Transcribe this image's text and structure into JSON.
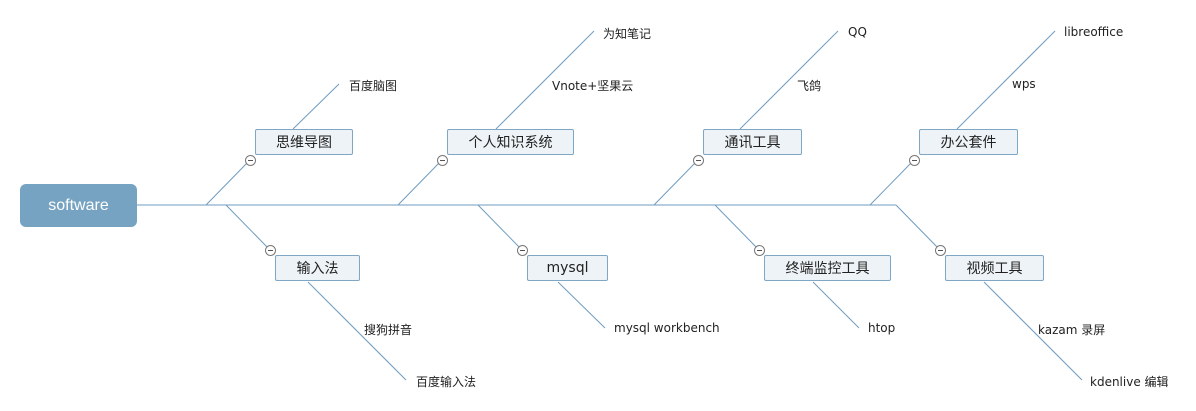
{
  "root": {
    "label": "software"
  },
  "branches": {
    "mindmap": {
      "label": "思维导图",
      "children": [
        "百度脑图"
      ]
    },
    "knowledge": {
      "label": "个人知识系统",
      "children": [
        "为知笔记",
        "Vnote+坚果云"
      ]
    },
    "comm": {
      "label": "通讯工具",
      "children": [
        "QQ",
        "飞鸽"
      ]
    },
    "office": {
      "label": "办公套件",
      "children": [
        "libreoffice",
        "wps"
      ]
    },
    "input": {
      "label": "输入法",
      "children": [
        "搜狗拼音",
        "百度输入法"
      ]
    },
    "mysql": {
      "label": "mysql",
      "children": [
        "mysql workbench"
      ]
    },
    "terminal": {
      "label": "终端监控工具",
      "children": [
        "htop"
      ]
    },
    "video": {
      "label": "视频工具",
      "children": [
        "kazam 录屏",
        "kdenlive 编辑"
      ]
    }
  },
  "colors": {
    "root": "#76a3c1",
    "line": "#6f9cc0",
    "topic_fill": "#eef3f7",
    "topic_border": "#7fa6c2"
  }
}
